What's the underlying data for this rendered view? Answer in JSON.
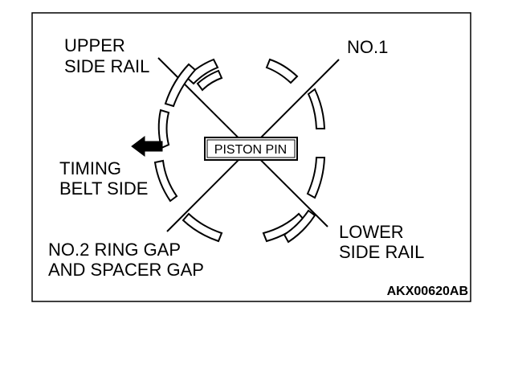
{
  "diagram": {
    "labels": {
      "upper_side_rail": [
        "UPPER",
        "SIDE RAIL"
      ],
      "no1": [
        "NO.1"
      ],
      "timing_belt_side": [
        "TIMING",
        "BELT SIDE"
      ],
      "lower_side_rail": [
        "LOWER",
        "SIDE RAIL"
      ],
      "no2_gap": [
        "NO.2 RING GAP",
        "AND SPACER GAP"
      ],
      "piston_pin": "PISTON PIN",
      "figure_code": "AKX00620AB"
    },
    "colors": {
      "ink": "#000000",
      "background": "#ffffff"
    },
    "icons": {
      "direction_arrow": "arrow-left-icon"
    }
  }
}
